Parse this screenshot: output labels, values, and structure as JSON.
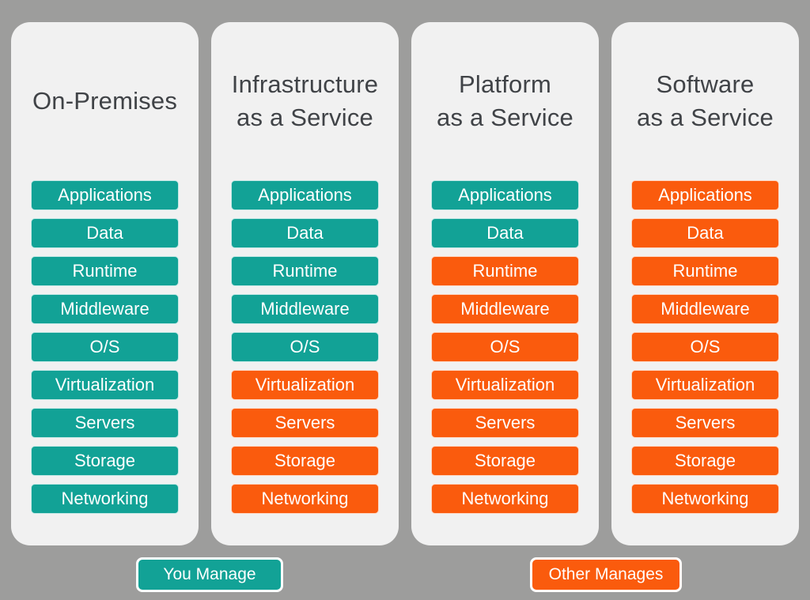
{
  "colors": {
    "background": "#9d9d9c",
    "card": "#f1f1f1",
    "teal": "#12a296",
    "orange": "#fa5b0d",
    "title_text": "#404347",
    "layer_text": "#ffffff"
  },
  "legend": {
    "you_manage": {
      "label": "You Manage",
      "color_key": "teal"
    },
    "other_manages": {
      "label": "Other Manages",
      "color_key": "orange"
    }
  },
  "columns": [
    {
      "title_lines": [
        "On-Premises"
      ],
      "layers": [
        {
          "label": "Applications",
          "managed_by": "you"
        },
        {
          "label": "Data",
          "managed_by": "you"
        },
        {
          "label": "Runtime",
          "managed_by": "you"
        },
        {
          "label": "Middleware",
          "managed_by": "you"
        },
        {
          "label": "O/S",
          "managed_by": "you"
        },
        {
          "label": "Virtualization",
          "managed_by": "you"
        },
        {
          "label": "Servers",
          "managed_by": "you"
        },
        {
          "label": "Storage",
          "managed_by": "you"
        },
        {
          "label": "Networking",
          "managed_by": "you"
        }
      ]
    },
    {
      "title_lines": [
        "Infrastructure",
        "as a Service"
      ],
      "layers": [
        {
          "label": "Applications",
          "managed_by": "you"
        },
        {
          "label": "Data",
          "managed_by": "you"
        },
        {
          "label": "Runtime",
          "managed_by": "you"
        },
        {
          "label": "Middleware",
          "managed_by": "you"
        },
        {
          "label": "O/S",
          "managed_by": "you"
        },
        {
          "label": "Virtualization",
          "managed_by": "other"
        },
        {
          "label": "Servers",
          "managed_by": "other"
        },
        {
          "label": "Storage",
          "managed_by": "other"
        },
        {
          "label": "Networking",
          "managed_by": "other"
        }
      ]
    },
    {
      "title_lines": [
        "Platform",
        "as a Service"
      ],
      "layers": [
        {
          "label": "Applications",
          "managed_by": "you"
        },
        {
          "label": "Data",
          "managed_by": "you"
        },
        {
          "label": "Runtime",
          "managed_by": "other"
        },
        {
          "label": "Middleware",
          "managed_by": "other"
        },
        {
          "label": "O/S",
          "managed_by": "other"
        },
        {
          "label": "Virtualization",
          "managed_by": "other"
        },
        {
          "label": "Servers",
          "managed_by": "other"
        },
        {
          "label": "Storage",
          "managed_by": "other"
        },
        {
          "label": "Networking",
          "managed_by": "other"
        }
      ]
    },
    {
      "title_lines": [
        "Software",
        "as a Service"
      ],
      "layers": [
        {
          "label": "Applications",
          "managed_by": "other"
        },
        {
          "label": "Data",
          "managed_by": "other"
        },
        {
          "label": "Runtime",
          "managed_by": "other"
        },
        {
          "label": "Middleware",
          "managed_by": "other"
        },
        {
          "label": "O/S",
          "managed_by": "other"
        },
        {
          "label": "Virtualization",
          "managed_by": "other"
        },
        {
          "label": "Servers",
          "managed_by": "other"
        },
        {
          "label": "Storage",
          "managed_by": "other"
        },
        {
          "label": "Networking",
          "managed_by": "other"
        }
      ]
    }
  ]
}
